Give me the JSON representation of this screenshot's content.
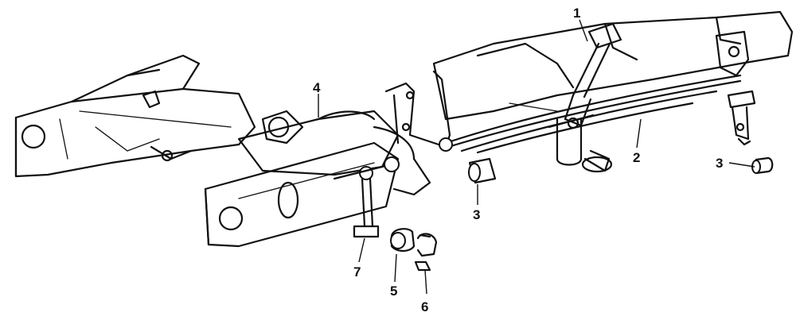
{
  "diagram": {
    "callouts": [
      {
        "id": "c1",
        "label": "1"
      },
      {
        "id": "c2",
        "label": "2"
      },
      {
        "id": "c3a",
        "label": "3"
      },
      {
        "id": "c3b",
        "label": "3"
      },
      {
        "id": "c4",
        "label": "4"
      },
      {
        "id": "c5",
        "label": "5"
      },
      {
        "id": "c6",
        "label": "6"
      },
      {
        "id": "c7",
        "label": "7"
      }
    ],
    "parts": [
      "frame-rails",
      "rear-axle-housing",
      "leaf-spring",
      "shock-absorber",
      "spring-shackle",
      "stabilizer-link",
      "stabilizer-bushing",
      "bushing-clamp-bracket",
      "spring-eye-bushing"
    ]
  }
}
